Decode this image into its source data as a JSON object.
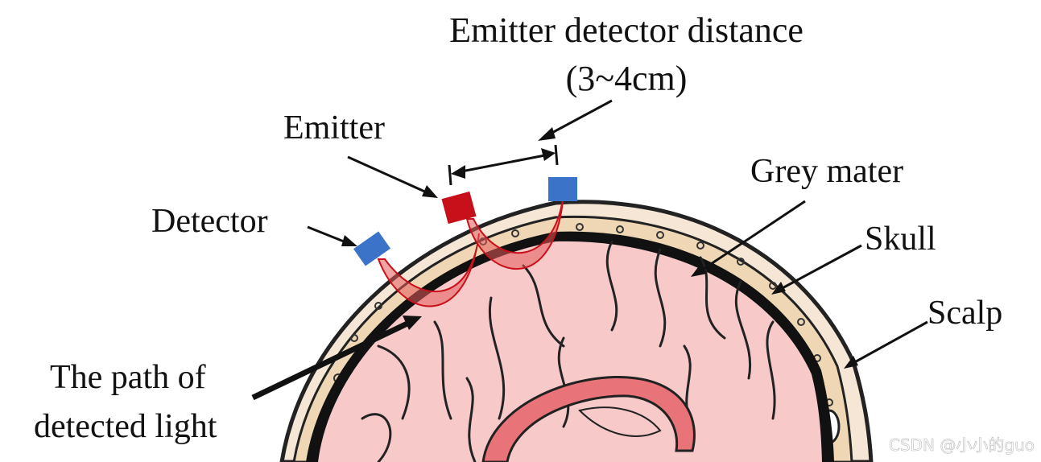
{
  "labels": {
    "distance_line1": "Emitter detector distance",
    "distance_line2": "(3~4cm)",
    "emitter": "Emitter",
    "detector": "Detector",
    "grey_mater": "Grey mater",
    "skull": "Skull",
    "scalp": "Scalp",
    "path_line1": "The path of",
    "path_line2": "detected light"
  },
  "watermark": "CSDN @小小的guo",
  "colors": {
    "emitter": "#c8101a",
    "detector": "#3b73c8",
    "scalp": "#f6e6d6",
    "skull": "#efd7b5",
    "brain": "#f7c9c9",
    "light_path": "#e45a5a"
  }
}
